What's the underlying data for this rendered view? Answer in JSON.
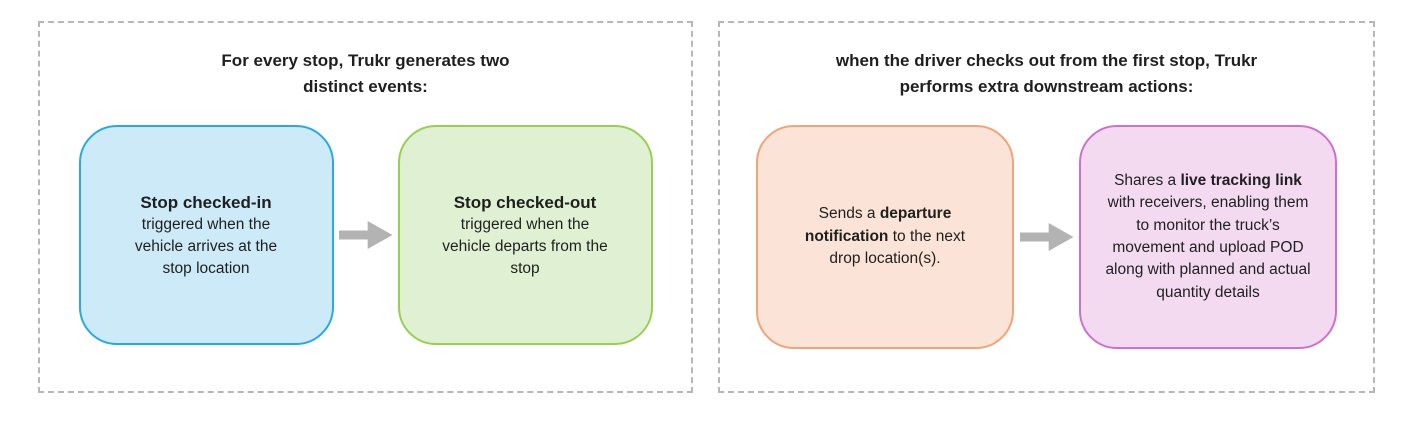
{
  "colors": {
    "background": "#ffffff",
    "panel_border": "#b7b7b7",
    "arrow": "#b3b3b3",
    "text": "#1f1f1f"
  },
  "panels": [
    {
      "name": "stop-events",
      "title": "For every stop, Trukr generates two distinct events:",
      "boxes": [
        {
          "heading": "Stop checked-in",
          "body": "triggered when the vehicle arrives at the stop location",
          "fill": "#cdeaf9",
          "border": "#2aa9e0"
        },
        {
          "heading": "Stop checked-out",
          "body": "triggered when the vehicle departs from the stop",
          "fill": "#e0f1d3",
          "border": "#97ce53"
        }
      ]
    },
    {
      "name": "downstream-actions",
      "title": "when the driver checks out from the first stop, Trukr performs extra downstream actions:",
      "boxes": [
        {
          "segments": [
            {
              "text": "Sends a ",
              "bold": false
            },
            {
              "text": "departure notification",
              "bold": true
            },
            {
              "text": " to the next drop location(s).",
              "bold": false
            }
          ],
          "fill": "#fbe4d7",
          "border": "#f0a478"
        },
        {
          "segments": [
            {
              "text": "Shares a ",
              "bold": false
            },
            {
              "text": "live tracking link",
              "bold": true
            },
            {
              "text": " with receivers, enabling them to monitor the truck’s movement and upload POD along with planned and actual quantity details",
              "bold": false
            }
          ],
          "fill": "#f3daf1",
          "border": "#cf70cf"
        }
      ]
    }
  ]
}
